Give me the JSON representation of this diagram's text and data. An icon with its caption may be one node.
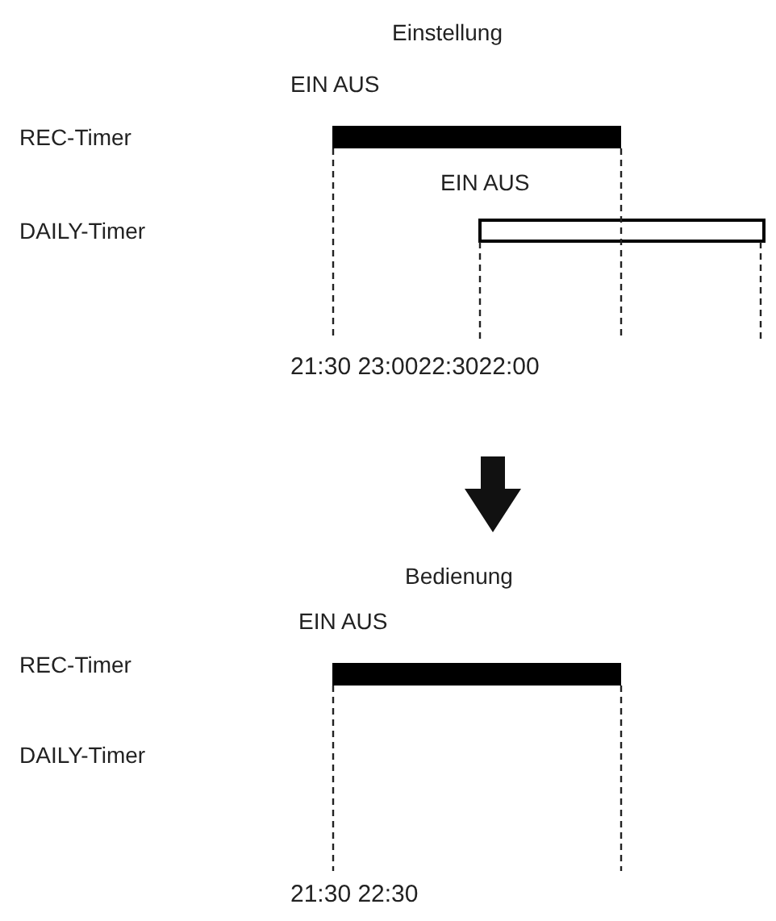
{
  "diagram": {
    "nodes": [
      {
        "text": [],
        "shape": "bar"
      },
      {
        "text": [],
        "shape": "bar"
      },
      {
        "text": [],
        "shape": "bar"
      }
    ],
    "labels": [
      "Einstellung",
      "EIN AUS",
      "REC-Timer",
      "EIN AUS",
      "DAILY-Timer",
      "21:30 23:0022:3022:00",
      "Bedienung",
      "EIN AUS",
      "REC-Timer",
      "DAILY-Timer",
      "21:30 22:30"
    ]
  }
}
